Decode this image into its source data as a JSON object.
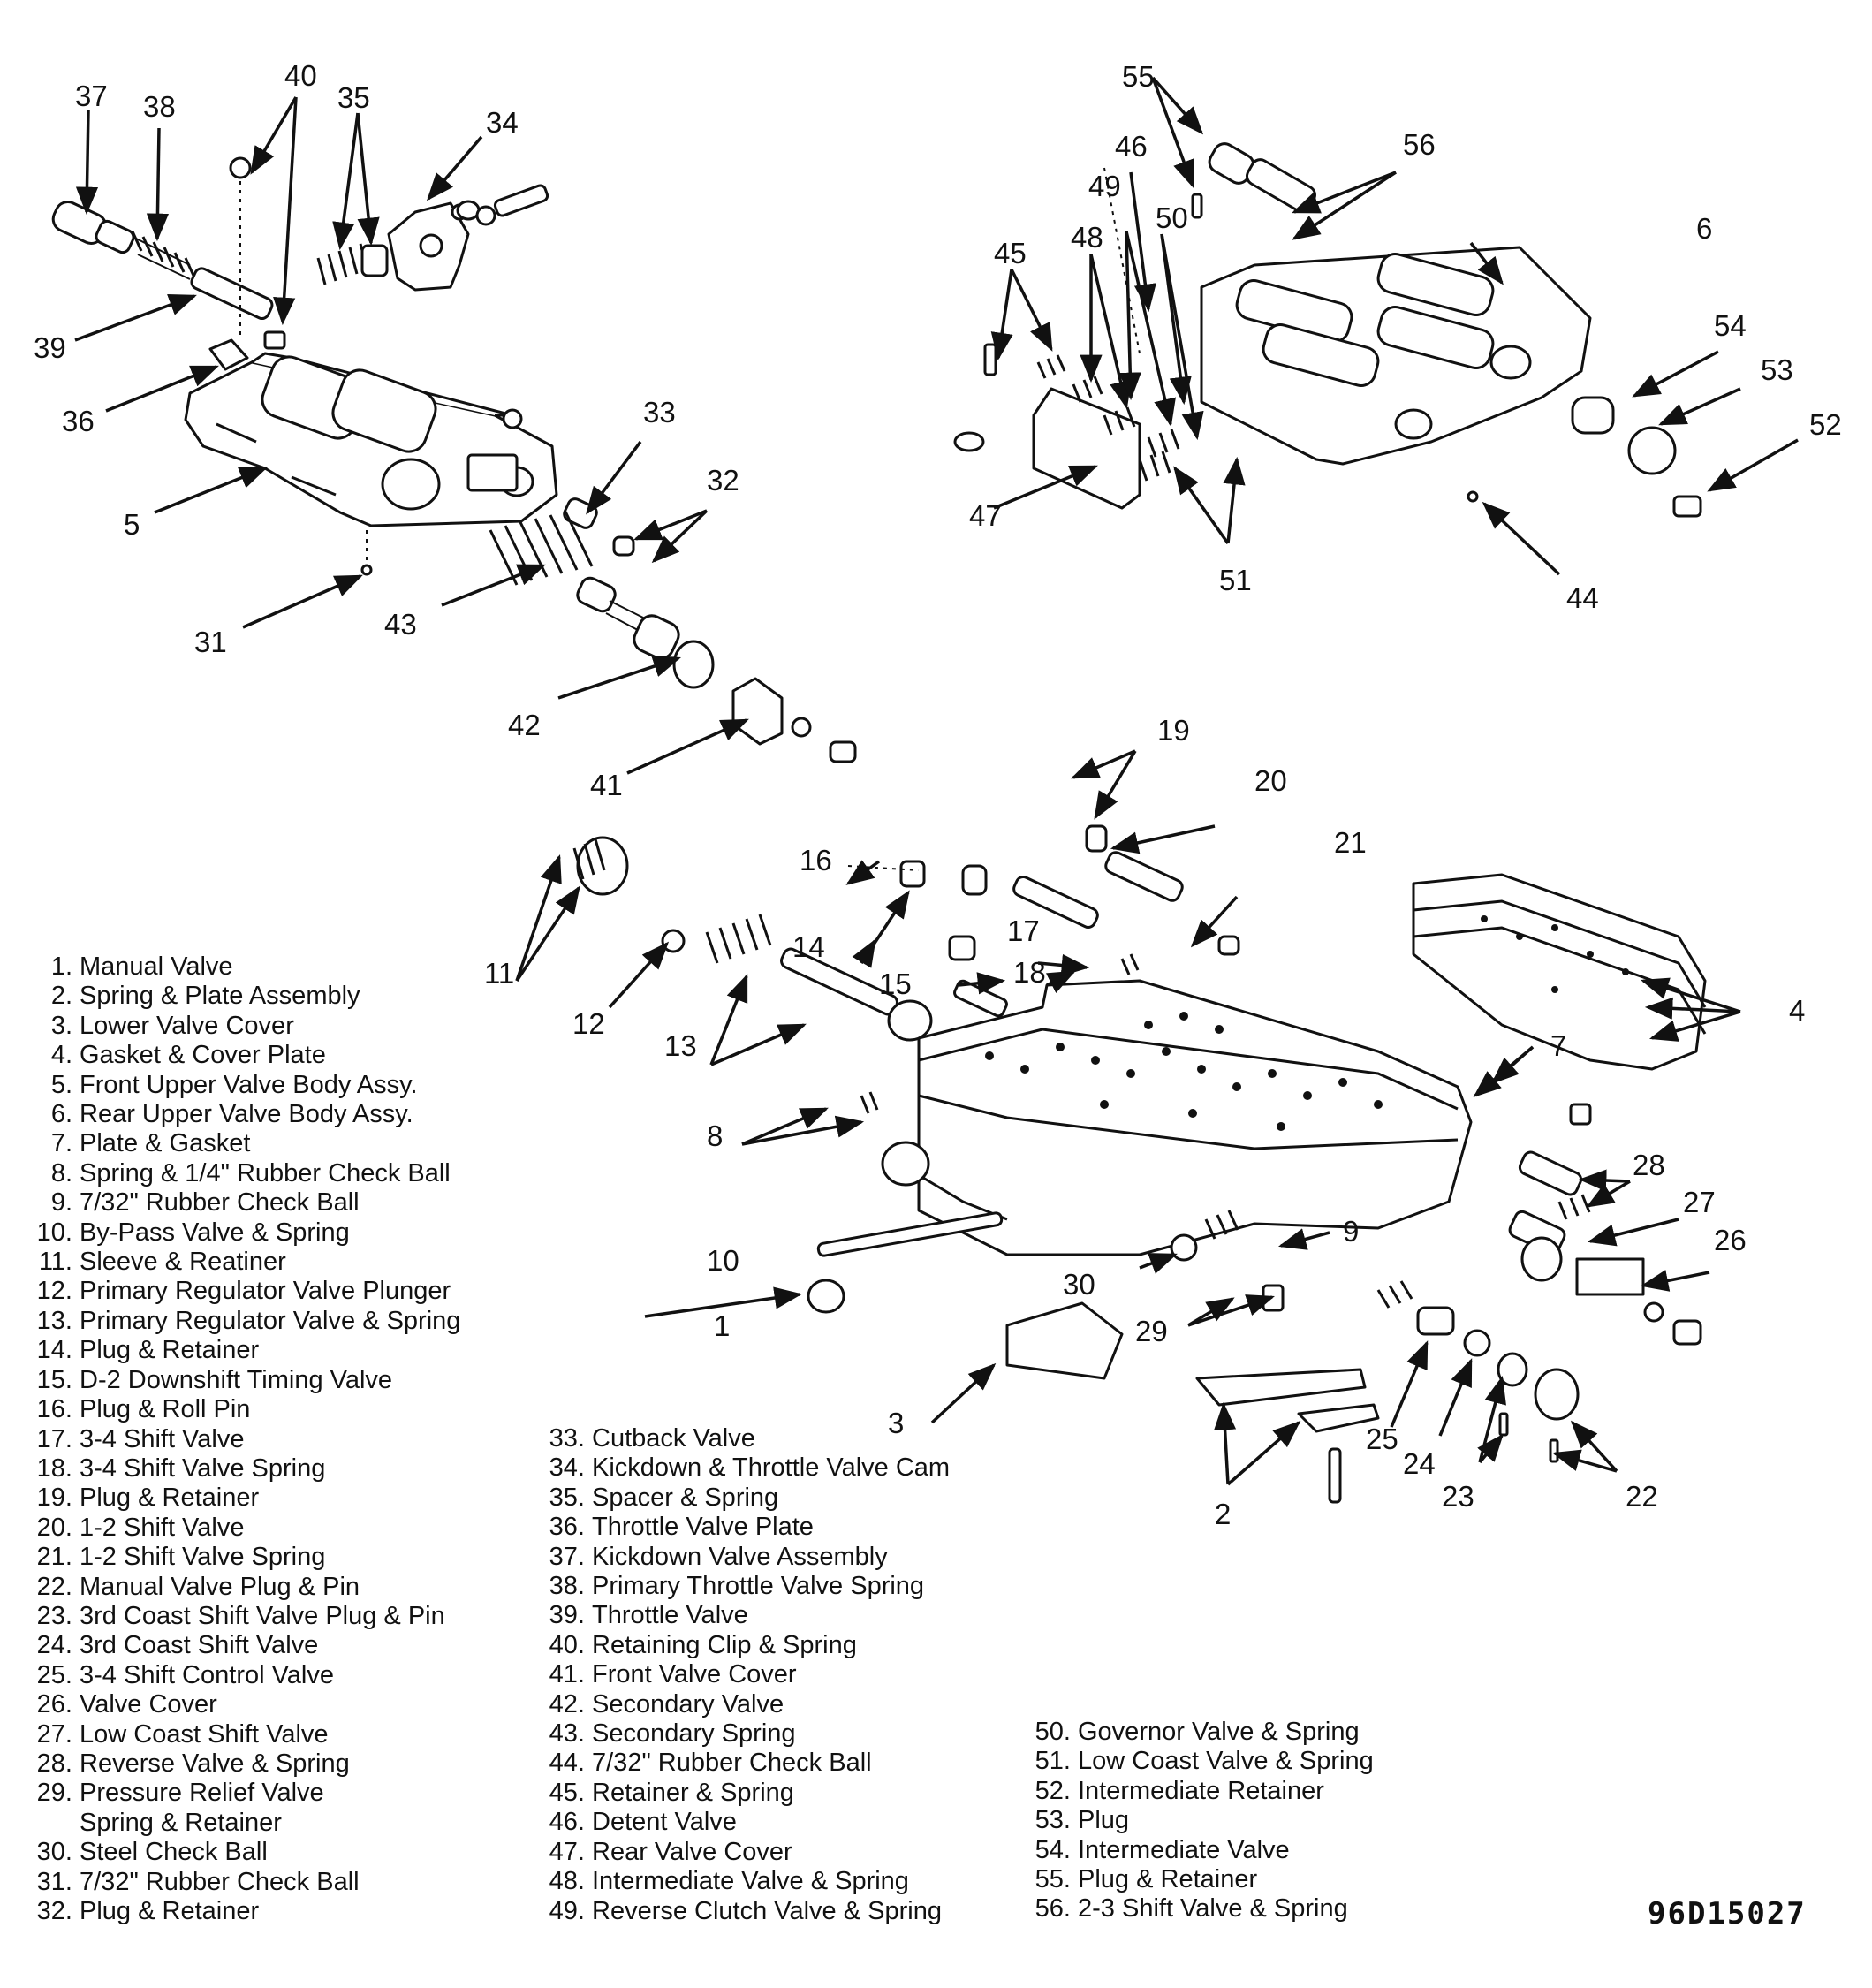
{
  "callouts": {
    "c1": "1",
    "c2": "2",
    "c3": "3",
    "c4": "4",
    "c5": "5",
    "c6": "6",
    "c7": "7",
    "c8": "8",
    "c9": "9",
    "c10": "10",
    "c11": "11",
    "c12": "12",
    "c13": "13",
    "c14": "14",
    "c15": "15",
    "c16": "16",
    "c17": "17",
    "c18": "18",
    "c19": "19",
    "c20": "20",
    "c21": "21",
    "c22": "22",
    "c23": "23",
    "c24": "24",
    "c25": "25",
    "c26": "26",
    "c27": "27",
    "c28": "28",
    "c29": "29",
    "c30": "30",
    "c31": "31",
    "c32": "32",
    "c33": "33",
    "c34": "34",
    "c35": "35",
    "c36": "36",
    "c37": "37",
    "c38": "38",
    "c39": "39",
    "c40": "40",
    "c41": "41",
    "c42": "42",
    "c43": "43",
    "c44": "44",
    "c45": "45",
    "c46": "46",
    "c47": "47",
    "c48": "48",
    "c49": "49",
    "c50": "50",
    "c51": "51",
    "c52": "52",
    "c53": "53",
    "c54": "54",
    "c55": "55",
    "c56": "56"
  },
  "legend": {
    "col1": [
      {
        "num": "1.",
        "text": "Manual Valve"
      },
      {
        "num": "2.",
        "text": "Spring & Plate Assembly"
      },
      {
        "num": "3.",
        "text": "Lower Valve Cover"
      },
      {
        "num": "4.",
        "text": "Gasket & Cover Plate"
      },
      {
        "num": "5.",
        "text": "Front Upper Valve Body Assy."
      },
      {
        "num": "6.",
        "text": "Rear Upper Valve Body Assy."
      },
      {
        "num": "7.",
        "text": "Plate & Gasket"
      },
      {
        "num": "8.",
        "text": "Spring & 1/4\" Rubber Check Ball"
      },
      {
        "num": "9.",
        "text": "7/32\" Rubber Check Ball"
      },
      {
        "num": "10.",
        "text": "By-Pass Valve & Spring"
      },
      {
        "num": "11.",
        "text": "Sleeve & Reatiner"
      },
      {
        "num": "12.",
        "text": "Primary Regulator Valve Plunger"
      },
      {
        "num": "13.",
        "text": "Primary Regulator Valve & Spring"
      },
      {
        "num": "14.",
        "text": "Plug & Retainer"
      },
      {
        "num": "15.",
        "text": "D-2 Downshift Timing Valve"
      },
      {
        "num": "16.",
        "text": "Plug & Roll Pin"
      },
      {
        "num": "17.",
        "text": "3-4 Shift Valve"
      },
      {
        "num": "18.",
        "text": "3-4 Shift Valve Spring"
      },
      {
        "num": "19.",
        "text": "Plug & Retainer"
      },
      {
        "num": "20.",
        "text": "1-2 Shift Valve"
      },
      {
        "num": "21.",
        "text": "1-2 Shift Valve Spring"
      },
      {
        "num": "22.",
        "text": "Manual Valve Plug & Pin"
      },
      {
        "num": "23.",
        "text": "3rd Coast Shift Valve Plug & Pin"
      },
      {
        "num": "24.",
        "text": "3rd Coast Shift Valve"
      },
      {
        "num": "25.",
        "text": "3-4 Shift Control Valve"
      },
      {
        "num": "26.",
        "text": "Valve Cover"
      },
      {
        "num": "27.",
        "text": "Low Coast Shift Valve"
      },
      {
        "num": "28.",
        "text": "Reverse Valve & Spring"
      },
      {
        "num": "29.",
        "text": "Pressure Relief Valve"
      },
      {
        "num": "",
        "text": "Spring & Retainer",
        "cont": true
      },
      {
        "num": "30.",
        "text": "Steel Check Ball"
      },
      {
        "num": "31.",
        "text": "7/32\" Rubber Check Ball"
      },
      {
        "num": "32.",
        "text": "Plug & Retainer"
      }
    ],
    "col2": [
      {
        "num": "33.",
        "text": "Cutback Valve"
      },
      {
        "num": "34.",
        "text": "Kickdown & Throttle Valve Cam"
      },
      {
        "num": "35.",
        "text": "Spacer & Spring"
      },
      {
        "num": "36.",
        "text": "Throttle Valve Plate"
      },
      {
        "num": "37.",
        "text": "Kickdown Valve Assembly"
      },
      {
        "num": "38.",
        "text": "Primary Throttle Valve Spring"
      },
      {
        "num": "39.",
        "text": "Throttle Valve"
      },
      {
        "num": "40.",
        "text": "Retaining Clip & Spring"
      },
      {
        "num": "41.",
        "text": "Front Valve Cover"
      },
      {
        "num": "42.",
        "text": "Secondary Valve"
      },
      {
        "num": "43.",
        "text": "Secondary Spring"
      },
      {
        "num": "44.",
        "text": "7/32\" Rubber Check Ball"
      },
      {
        "num": "45.",
        "text": "Retainer & Spring"
      },
      {
        "num": "46.",
        "text": "Detent Valve"
      },
      {
        "num": "47.",
        "text": "Rear Valve Cover"
      },
      {
        "num": "48.",
        "text": "Intermediate Valve & Spring"
      },
      {
        "num": "49.",
        "text": "Reverse Clutch Valve & Spring"
      }
    ],
    "col3": [
      {
        "num": "50.",
        "text": "Governor Valve & Spring"
      },
      {
        "num": "51.",
        "text": "Low Coast Valve & Spring"
      },
      {
        "num": "52.",
        "text": "Intermediate Retainer"
      },
      {
        "num": "53.",
        "text": "Plug"
      },
      {
        "num": "54.",
        "text": "Intermediate Valve"
      },
      {
        "num": "55.",
        "text": "Plug & Retainer"
      },
      {
        "num": "56.",
        "text": "2-3 Shift Valve & Spring"
      }
    ]
  },
  "figure_code": "96D15027"
}
